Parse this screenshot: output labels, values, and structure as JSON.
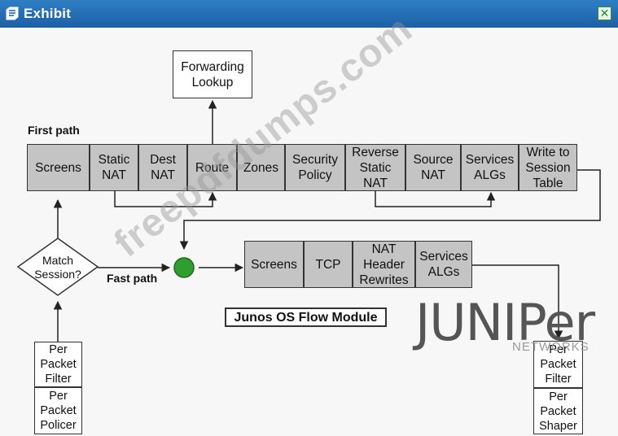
{
  "window": {
    "title": "Exhibit",
    "close_icon": "close-icon"
  },
  "diagram": {
    "forwarding_lookup": "Forwarding\nLookup",
    "first_path_label": "First path",
    "first_path_boxes": [
      "Screens",
      "Static\nNAT",
      "Dest\nNAT",
      "Route",
      "Zones",
      "Security\nPolicy",
      "Reverse\nStatic\nNAT",
      "Source\nNAT",
      "Services\nALGs",
      "Write to\nSession\nTable"
    ],
    "decision": "Match\nSession?",
    "fast_path_label": "Fast path",
    "fast_path_boxes": [
      "Screens",
      "TCP",
      "NAT\nHeader\nRewrites",
      "Services\nALGs"
    ],
    "module_label": "Junos OS Flow Module",
    "ingress_boxes": [
      "Per\nPacket\nFilter",
      "Per\nPacket\nPolicer"
    ],
    "egress_boxes": [
      "Per\nPacket\nFilter",
      "Per\nPacket\nShaper"
    ],
    "watermark": "freepdfdumps.com",
    "logo_text": "JUNIPer",
    "logo_sub": "NETWORKS"
  }
}
